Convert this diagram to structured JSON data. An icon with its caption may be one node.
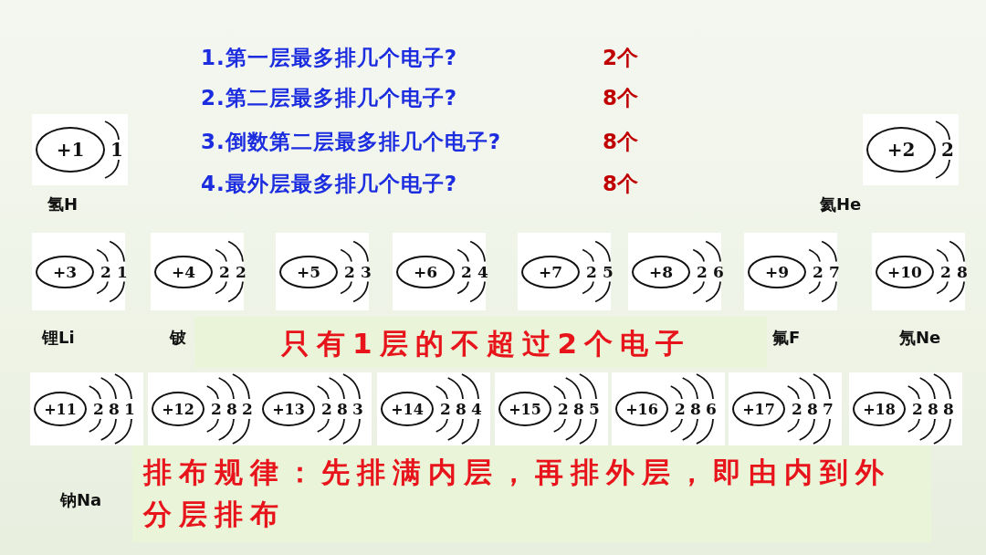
{
  "diagram": {
    "nodes": [
      {
        "text": [
          "+1"
        ],
        "beside": [
          "1"
        ]
      },
      {
        "text": [
          "+2"
        ],
        "beside": [
          "2"
        ]
      },
      {
        "text": [
          "+3"
        ],
        "beside": [
          "2",
          "1"
        ]
      },
      {
        "text": [
          "+4"
        ],
        "beside": [
          "2",
          "2"
        ]
      },
      {
        "text": [
          "+5"
        ],
        "beside": [
          "2",
          "3"
        ]
      },
      {
        "text": [
          "+6"
        ],
        "beside": [
          "2",
          "4"
        ]
      },
      {
        "text": [
          "+7"
        ],
        "beside": [
          "2",
          "5"
        ]
      },
      {
        "text": [
          "+8"
        ],
        "beside": [
          "2",
          "6"
        ]
      },
      {
        "text": [
          "+9"
        ],
        "beside": [
          "2",
          "7"
        ]
      },
      {
        "text": [
          "+10"
        ],
        "beside": [
          "2",
          "8"
        ]
      },
      {
        "text": [
          "+11"
        ],
        "beside": [
          "2",
          "8",
          "1"
        ]
      },
      {
        "text": [
          "+12"
        ],
        "beside": [
          "2",
          "8",
          "2"
        ]
      },
      {
        "text": [
          "+13"
        ],
        "beside": [
          "2",
          "8",
          "3"
        ]
      },
      {
        "text": [
          "+14"
        ],
        "beside": [
          "2",
          "8",
          "4"
        ]
      },
      {
        "text": [
          "+15"
        ],
        "beside": [
          "2",
          "8",
          "5"
        ]
      },
      {
        "text": [
          "+16"
        ],
        "beside": [
          "2",
          "8",
          "6"
        ]
      },
      {
        "text": [
          "+17"
        ],
        "beside": [
          "2",
          "8",
          "7"
        ]
      },
      {
        "text": [
          "+18"
        ],
        "beside": [
          "2",
          "8",
          "8"
        ]
      },
      {
        "text": [
          "只有1层的不超过2个电子"
        ]
      },
      {
        "text": [
          "排布规律：先排满内层，再排外层，即由内到外分层排布"
        ]
      }
    ],
    "labels": [
      "1.第一层最多排几个电子?",
      "2个",
      "2.第二层最多排几个电子?",
      "8个",
      "3.倒数第二层最多排几个电子?",
      "8个",
      "4.最外层最多排几个电子?",
      "8个",
      "氢H",
      "氦He",
      "锂Li",
      "铍",
      "氟F",
      "氖Ne",
      "钠Na"
    ]
  }
}
